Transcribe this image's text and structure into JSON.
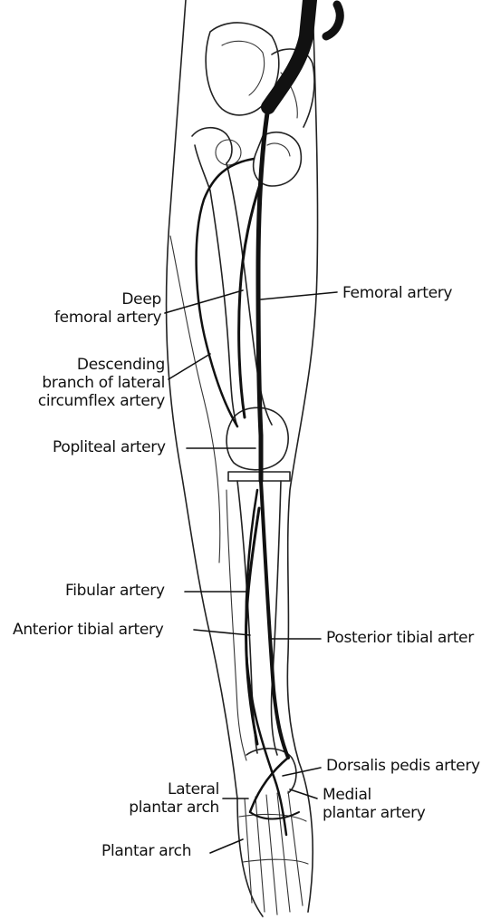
{
  "labels": {
    "deep_femoral": [
      "Deep",
      "femoral artery"
    ],
    "femoral": "Femoral artery",
    "descending_branch": [
      "Descending",
      "branch of lateral",
      "circumflex artery"
    ],
    "popliteal": "Popliteal artery",
    "fibular": "Fibular artery",
    "anterior_tibial": "Anterior tibial artery",
    "posterior_tibial": "Posterior tibial arter",
    "dorsalis_pedis": "Dorsalis pedis artery",
    "lateral_plantar": [
      "Lateral",
      "plantar arch"
    ],
    "medial_plantar": [
      "Medial",
      "plantar artery"
    ],
    "plantar_arch": "Plantar arch"
  },
  "colors": {
    "ink": "#111111",
    "background": "#ffffff"
  }
}
